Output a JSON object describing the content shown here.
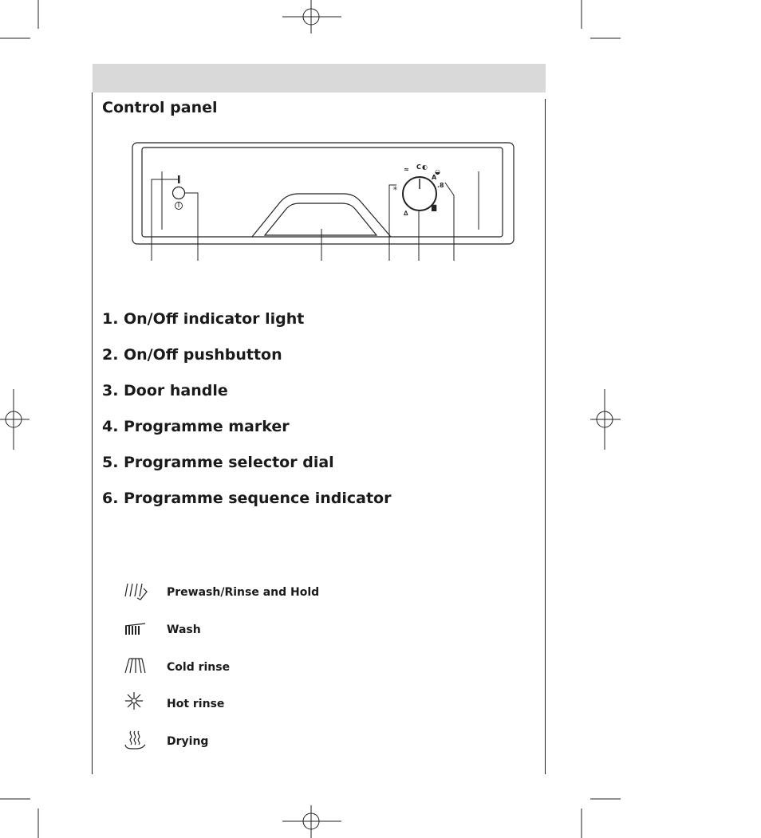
{
  "section": {
    "title": "Control panel"
  },
  "components": [
    {
      "number": "1.",
      "label": "On/Off indicator light"
    },
    {
      "number": "2.",
      "label": "On/Off pushbutton"
    },
    {
      "number": "3.",
      "label": "Door handle"
    },
    {
      "number": "4.",
      "label": "Programme marker"
    },
    {
      "number": "5.",
      "label": "Programme selector dial"
    },
    {
      "number": "6.",
      "label": "Programme sequence indicator"
    }
  ],
  "legend": [
    {
      "icon": "prewash-rinse-hold-icon",
      "label": "Prewash/Rinse and Hold"
    },
    {
      "icon": "wash-icon",
      "label": "Wash"
    },
    {
      "icon": "cold-rinse-icon",
      "label": "Cold rinse"
    },
    {
      "icon": "hot-rinse-icon",
      "label": "Hot rinse"
    },
    {
      "icon": "drying-icon",
      "label": "Drying"
    }
  ],
  "panel_diagram": {
    "indicator_mark": "I",
    "dial_letters": [
      "A",
      "C"
    ]
  },
  "colors": {
    "header_bar": "#d9d9d9",
    "ink": "#1a1a1a"
  }
}
